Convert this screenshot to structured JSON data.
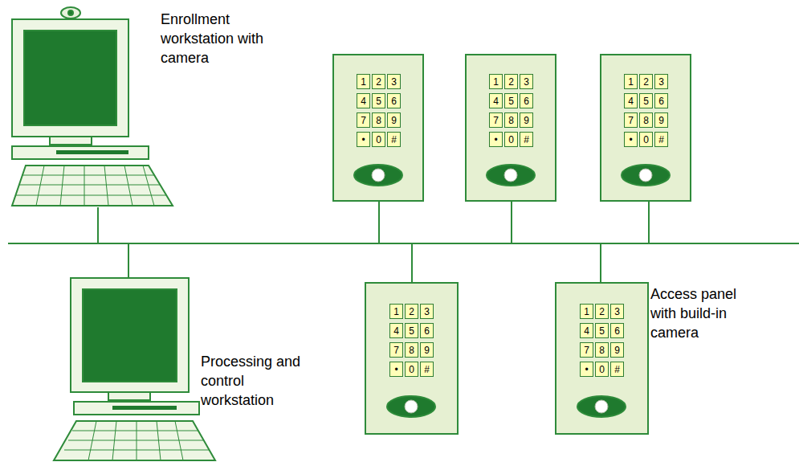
{
  "diagram": {
    "nodes": [
      {
        "text": [
          "1"
        ]
      },
      {
        "text": [
          "2"
        ]
      },
      {
        "text": [
          "3"
        ]
      },
      {
        "text": [
          "4"
        ]
      },
      {
        "text": [
          "5"
        ]
      },
      {
        "text": [
          "6"
        ]
      },
      {
        "text": [
          "7"
        ]
      },
      {
        "text": [
          "8"
        ]
      },
      {
        "text": [
          "9"
        ]
      },
      {
        "text": [
          "•"
        ]
      },
      {
        "text": [
          "0"
        ]
      },
      {
        "text": [
          "#"
        ]
      },
      {
        "text": [
          "1"
        ]
      },
      {
        "text": [
          "2"
        ]
      },
      {
        "text": [
          "3"
        ]
      },
      {
        "text": [
          "4"
        ]
      },
      {
        "text": [
          "5"
        ]
      },
      {
        "text": [
          "6"
        ]
      },
      {
        "text": [
          "7"
        ]
      },
      {
        "text": [
          "8"
        ]
      },
      {
        "text": [
          "9"
        ]
      },
      {
        "text": [
          "•"
        ]
      },
      {
        "text": [
          "0"
        ]
      },
      {
        "text": [
          "#"
        ]
      },
      {
        "text": [
          "1"
        ]
      },
      {
        "text": [
          "2"
        ]
      },
      {
        "text": [
          "3"
        ]
      },
      {
        "text": [
          "4"
        ]
      },
      {
        "text": [
          "5"
        ]
      },
      {
        "text": [
          "6"
        ]
      },
      {
        "text": [
          "7"
        ]
      },
      {
        "text": [
          "8"
        ]
      },
      {
        "text": [
          "9"
        ]
      },
      {
        "text": [
          "•"
        ]
      },
      {
        "text": [
          "0"
        ]
      },
      {
        "text": [
          "#"
        ]
      },
      {
        "text": [
          "1"
        ]
      },
      {
        "text": [
          "2"
        ]
      },
      {
        "text": [
          "3"
        ]
      },
      {
        "text": [
          "4"
        ]
      },
      {
        "text": [
          "5"
        ]
      },
      {
        "text": [
          "6"
        ]
      },
      {
        "text": [
          "7"
        ]
      },
      {
        "text": [
          "8"
        ]
      },
      {
        "text": [
          "9"
        ]
      },
      {
        "text": [
          "•"
        ]
      },
      {
        "text": [
          "0"
        ]
      },
      {
        "text": [
          "#"
        ]
      },
      {
        "text": [
          "1"
        ]
      },
      {
        "text": [
          "2"
        ]
      },
      {
        "text": [
          "3"
        ]
      },
      {
        "text": [
          "4"
        ]
      },
      {
        "text": [
          "5"
        ]
      },
      {
        "text": [
          "6"
        ]
      },
      {
        "text": [
          "7"
        ]
      },
      {
        "text": [
          "8"
        ]
      },
      {
        "text": [
          "9"
        ]
      },
      {
        "text": [
          "•"
        ]
      },
      {
        "text": [
          "0"
        ]
      },
      {
        "text": [
          "#"
        ]
      }
    ],
    "labels": [
      "Enrollment workstation with camera",
      "Processing and control workstation",
      "Access panel with build-in camera"
    ]
  }
}
